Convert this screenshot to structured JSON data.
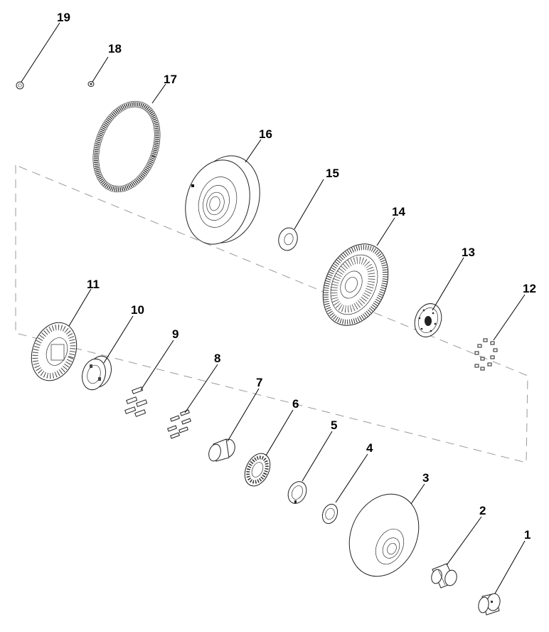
{
  "diagram": {
    "parts": [
      {
        "id": "1"
      },
      {
        "id": "2"
      },
      {
        "id": "3"
      },
      {
        "id": "4"
      },
      {
        "id": "5"
      },
      {
        "id": "6"
      },
      {
        "id": "7"
      },
      {
        "id": "8"
      },
      {
        "id": "9"
      },
      {
        "id": "10"
      },
      {
        "id": "11"
      },
      {
        "id": "12"
      },
      {
        "id": "13"
      },
      {
        "id": "14"
      },
      {
        "id": "15"
      },
      {
        "id": "16"
      },
      {
        "id": "17"
      },
      {
        "id": "18"
      },
      {
        "id": "19"
      }
    ]
  }
}
